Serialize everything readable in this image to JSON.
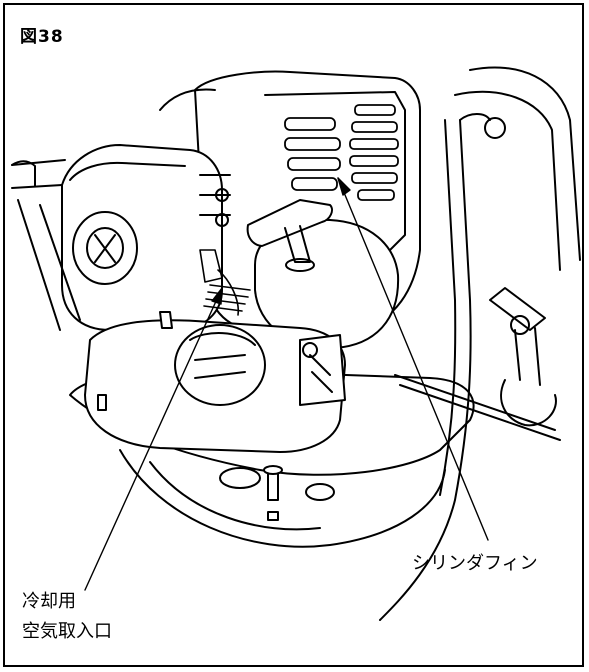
{
  "figure": {
    "label": "図38"
  },
  "callouts": {
    "cylinder_fin": "シリンダフィン",
    "air_intake_line1": "冷却用",
    "air_intake_line2": "空気取入口"
  },
  "colors": {
    "line": "#000000",
    "background": "#ffffff"
  }
}
